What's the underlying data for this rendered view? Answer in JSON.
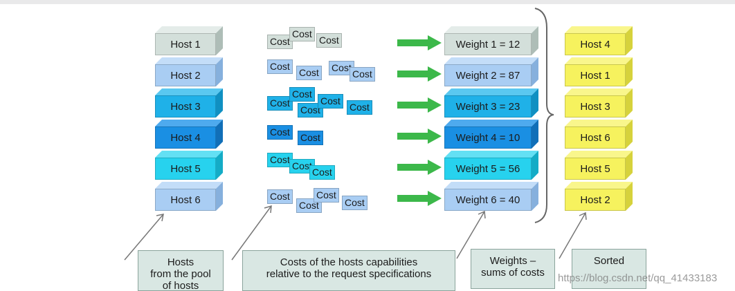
{
  "hosts_column": [
    {
      "label": "Host 1",
      "front": "#d3dfda",
      "top": "#e4ece9",
      "side": "#aebdb7"
    },
    {
      "label": "Host 2",
      "front": "#a9cdf3",
      "top": "#c3ddf8",
      "side": "#86b0dd"
    },
    {
      "label": "Host 3",
      "front": "#1fb1e8",
      "top": "#5ac8f0",
      "side": "#1090c2"
    },
    {
      "label": "Host 4",
      "front": "#1a8fe3",
      "top": "#4eaaee",
      "side": "#116fb8"
    },
    {
      "label": "Host 5",
      "front": "#27d2ee",
      "top": "#63e0f4",
      "side": "#14acc6"
    },
    {
      "label": "Host 6",
      "front": "#a9cdf3",
      "top": "#c3ddf8",
      "side": "#86b0dd"
    }
  ],
  "cost_label": "Cost",
  "cost_colors": [
    "#d3dfda",
    "#a9cdf3",
    "#1fb1e8",
    "#1a8fe3",
    "#27d2ee",
    "#a9cdf3"
  ],
  "weights_column": [
    {
      "label": "Weight 1 = 12"
    },
    {
      "label": "Weight 2 = 87"
    },
    {
      "label": "Weight 3 = 23"
    },
    {
      "label": "Weight 4 = 10"
    },
    {
      "label": "Weight 5 = 56"
    },
    {
      "label": "Weight 6 = 40"
    }
  ],
  "sorted_column": [
    {
      "label": "Host 4"
    },
    {
      "label": "Host 1"
    },
    {
      "label": "Host 3"
    },
    {
      "label": "Host 6"
    },
    {
      "label": "Host 5"
    },
    {
      "label": "Host 2"
    }
  ],
  "sorted_colors": {
    "front": "#f6f25e",
    "top": "#f9f68c",
    "side": "#d6d23c"
  },
  "arrow_color": "#3cb84a",
  "captions": {
    "hosts": "Hosts\nfrom the pool\nof hosts",
    "costs": "Costs of the hosts capabilities\nrelative to the request specifications",
    "weights": "Weights –\nsums of costs",
    "sorted": "Sorted"
  },
  "watermark": "https://blog.csdn.net/qq_41433183"
}
